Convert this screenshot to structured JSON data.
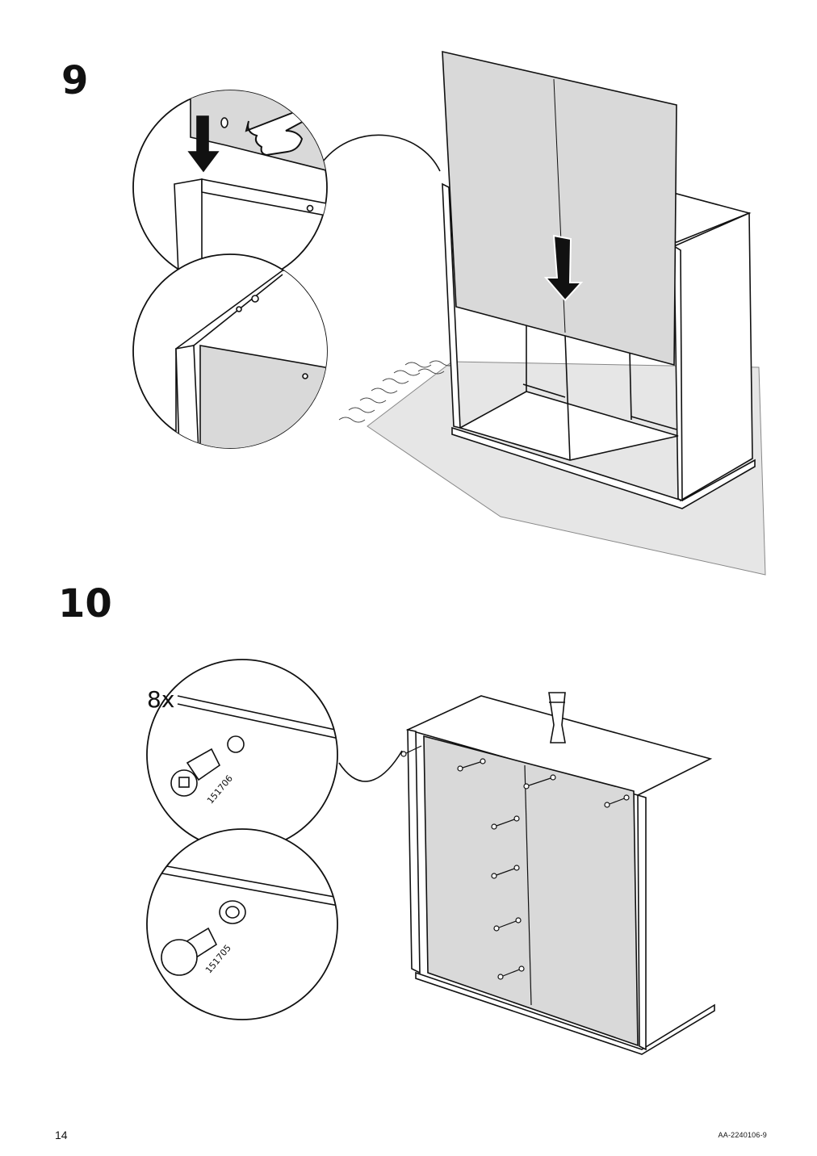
{
  "steps": [
    {
      "number": "9"
    },
    {
      "number": "10"
    }
  ],
  "detail": {
    "quantity": "8x",
    "part_a": "151706",
    "part_b": "151705"
  },
  "footer": {
    "page_number": "14",
    "document_code": "AA-2240106-9"
  },
  "colors": {
    "panel_fill": "#d9d9d9",
    "line": "#111111",
    "floor_fill": "#e6e6e6",
    "background": "#ffffff"
  },
  "icons": [
    "down-arrow-icon",
    "pointing-hand-icon",
    "cabinet-illustration",
    "leg-icon",
    "plug-icon"
  ]
}
